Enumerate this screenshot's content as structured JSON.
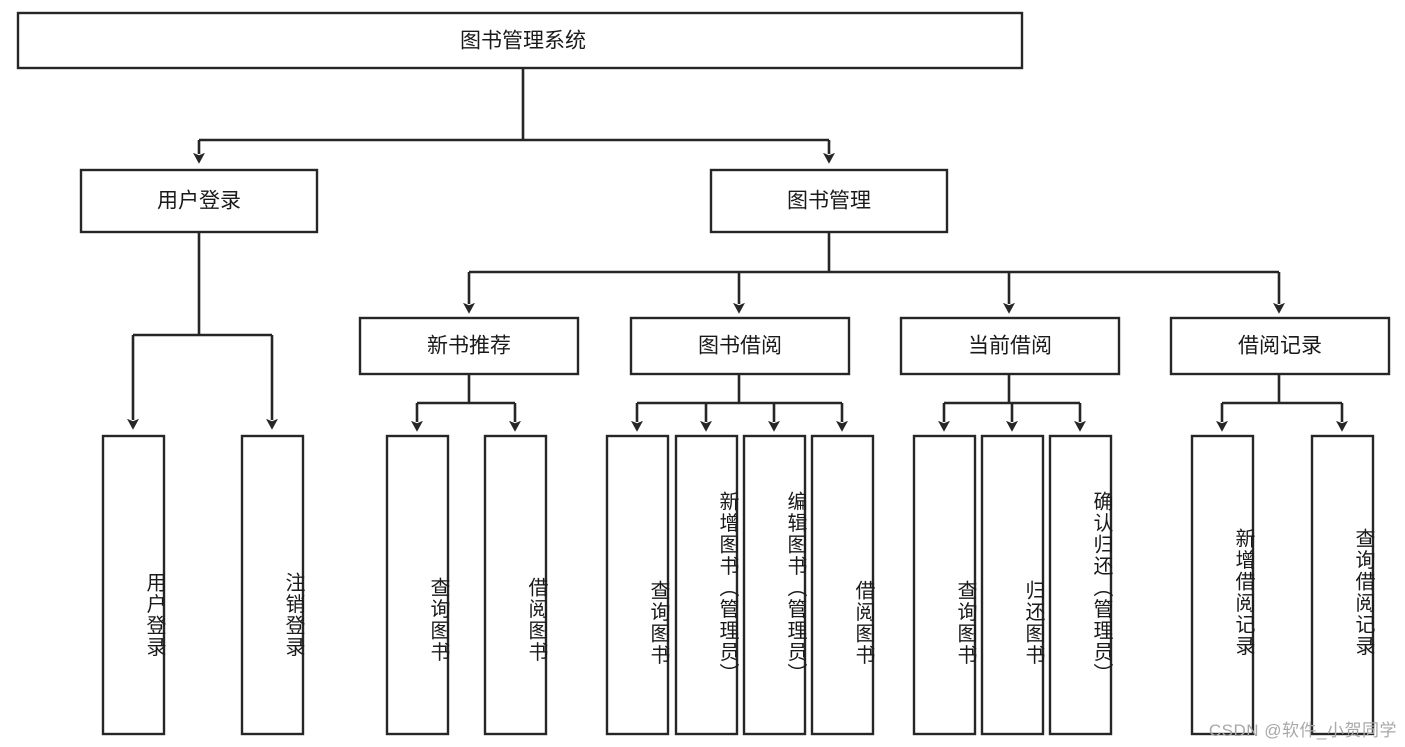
{
  "diagram": {
    "type": "tree-hierarchy-chart",
    "title": "图书管理系统",
    "orientation": "top-down",
    "colors": {
      "box_fill": "#ffffff",
      "box_stroke": "#262626",
      "connector": "#262626",
      "text": "#1a1a1a",
      "watermark": "#a8a8a8"
    },
    "levels": [
      {
        "level": 1,
        "nodes": [
          {
            "id": "root",
            "label": "图书管理系统",
            "orientation": "horizontal"
          }
        ]
      },
      {
        "level": 2,
        "nodes": [
          {
            "id": "login",
            "label": "用户登录",
            "orientation": "horizontal",
            "parent": "root"
          },
          {
            "id": "bookmgmt",
            "label": "图书管理",
            "orientation": "horizontal",
            "parent": "root"
          }
        ]
      },
      {
        "level": 3,
        "nodes": [
          {
            "id": "newbook",
            "label": "新书推荐",
            "orientation": "horizontal",
            "parent": "bookmgmt"
          },
          {
            "id": "borrow",
            "label": "图书借阅",
            "orientation": "horizontal",
            "parent": "bookmgmt"
          },
          {
            "id": "current",
            "label": "当前借阅",
            "orientation": "horizontal",
            "parent": "bookmgmt"
          },
          {
            "id": "records",
            "label": "借阅记录",
            "orientation": "horizontal",
            "parent": "bookmgmt"
          }
        ]
      },
      {
        "level": 4,
        "nodes": [
          {
            "id": "leaf-user-login",
            "label": "用户登录",
            "orientation": "vertical",
            "parent": "login"
          },
          {
            "id": "leaf-logout-login",
            "label": "注销登录",
            "orientation": "vertical",
            "parent": "login"
          },
          {
            "id": "leaf-query-book-1",
            "label": "查询图书",
            "orientation": "vertical",
            "parent": "newbook"
          },
          {
            "id": "leaf-borrow-book-1",
            "label": "借阅图书",
            "orientation": "vertical",
            "parent": "newbook"
          },
          {
            "id": "leaf-query-book-2",
            "label": "查询图书",
            "orientation": "vertical",
            "parent": "borrow"
          },
          {
            "id": "leaf-add-book",
            "label": "新增图书（管理员）",
            "orientation": "vertical",
            "parent": "borrow"
          },
          {
            "id": "leaf-edit-book",
            "label": "编辑图书（管理员）",
            "orientation": "vertical",
            "parent": "borrow"
          },
          {
            "id": "leaf-borrow-book-2",
            "label": "借阅图书",
            "orientation": "vertical",
            "parent": "borrow"
          },
          {
            "id": "leaf-query-book-3",
            "label": "查询图书",
            "orientation": "vertical",
            "parent": "current"
          },
          {
            "id": "leaf-return-book",
            "label": "归还图书",
            "orientation": "vertical",
            "parent": "current"
          },
          {
            "id": "leaf-confirm-return",
            "label": "确认归还（管理员）",
            "orientation": "vertical",
            "parent": "current"
          },
          {
            "id": "leaf-add-record",
            "label": "新增借阅记录",
            "orientation": "vertical",
            "parent": "records"
          },
          {
            "id": "leaf-query-record",
            "label": "查询借阅记录",
            "orientation": "vertical",
            "parent": "records"
          }
        ]
      }
    ]
  },
  "watermark": {
    "text": "CSDN @软件_小贺同学"
  }
}
